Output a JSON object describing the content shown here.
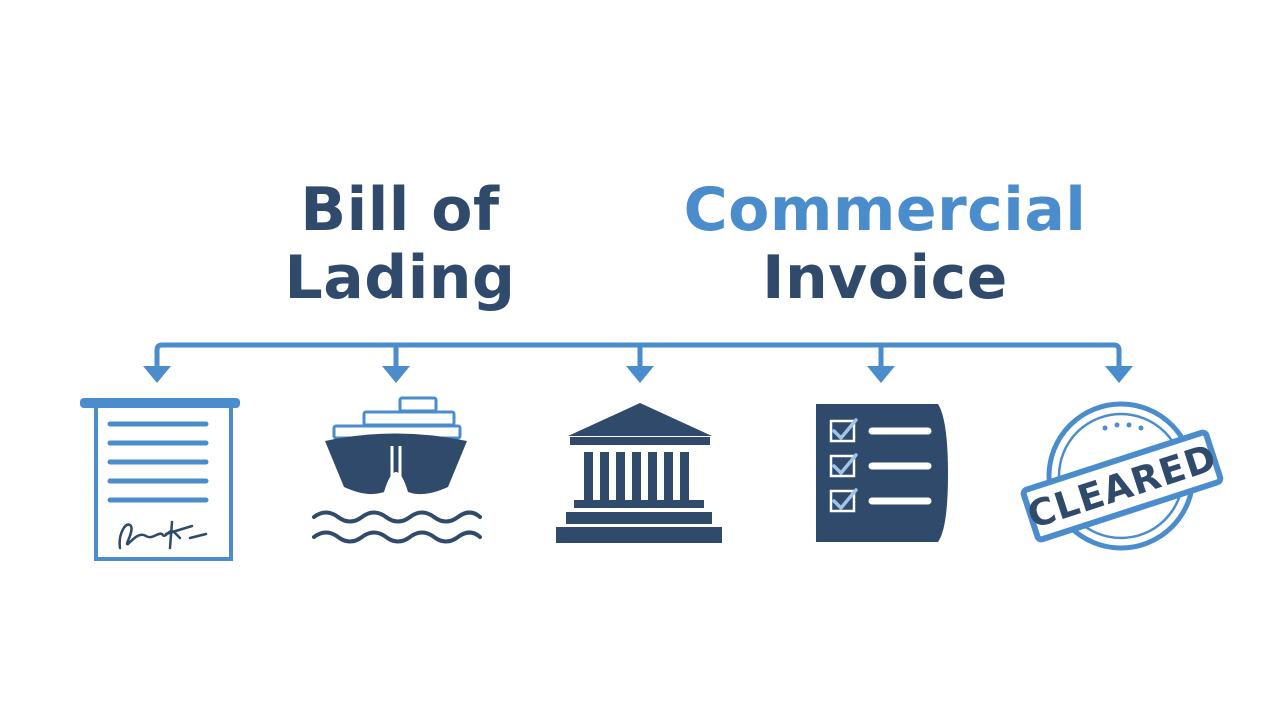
{
  "headings": {
    "left": {
      "line1": "Bill of",
      "line2": "Lading"
    },
    "right": {
      "line1": "Commercial",
      "line2": "Invoice"
    }
  },
  "icons": [
    {
      "name": "signed-document-icon"
    },
    {
      "name": "cargo-ship-icon"
    },
    {
      "name": "customs-building-icon"
    },
    {
      "name": "checklist-icon"
    },
    {
      "name": "cleared-stamp-icon",
      "stamp_text": "CLEARED"
    }
  ],
  "colors": {
    "dark_blue": "#2f4a6b",
    "light_blue": "#4a8ccc",
    "background": "#ffffff"
  }
}
